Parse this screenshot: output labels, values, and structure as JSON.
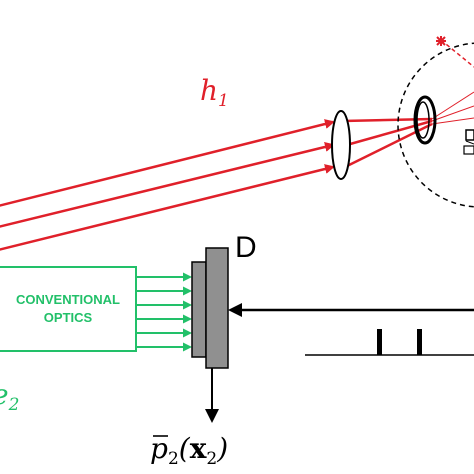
{
  "labels": {
    "h1_main": "h",
    "h1_sub": "1",
    "detector": "D",
    "optics_line1": "CONVENTIONAL",
    "optics_line2": "OPTICS",
    "output_p": "p",
    "output_p_sub": "2",
    "output_x": "x",
    "output_x_sub": "2",
    "output_open": "(",
    "output_close": ")",
    "left_partial_main": "e",
    "left_partial_sub": "2"
  },
  "colors": {
    "red_beam": "#e0202a",
    "green": "#22c069",
    "black": "#000000",
    "detector_gray": "#909090"
  }
}
